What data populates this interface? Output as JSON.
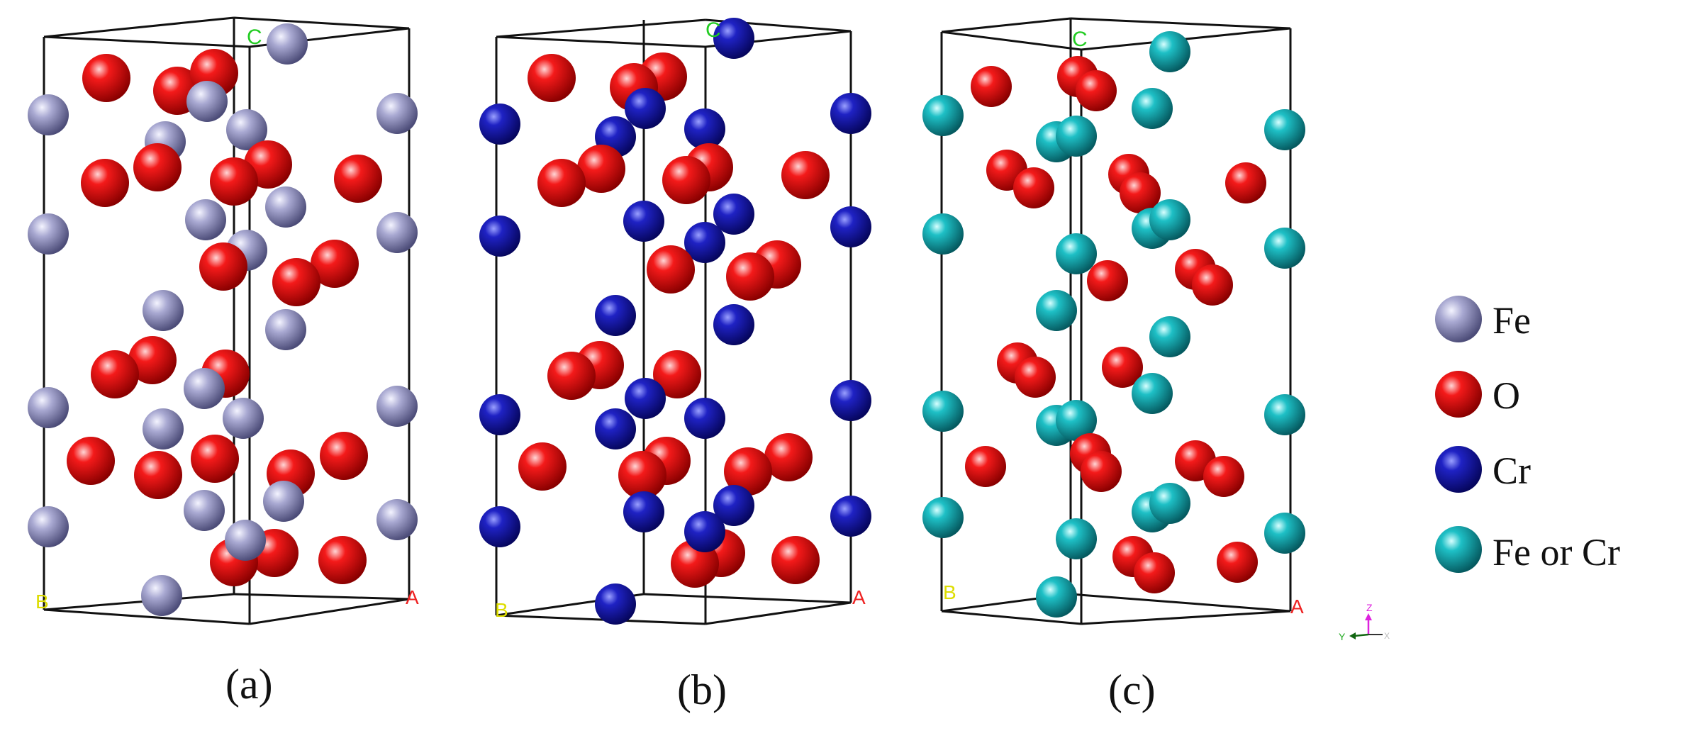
{
  "colors": {
    "Fe": "#9a9ac4",
    "O": "#ee1111",
    "Cr": "#1c1cb8",
    "FeCr": "#16b6bc",
    "frame": "#111111",
    "label_c": "#22cc22",
    "label_a": "#ee2222",
    "label_b": "#dddd00"
  },
  "panels": [
    {
      "id": "a",
      "caption": "(a)",
      "axis_labels": {
        "c": "C",
        "b": "B",
        "a": "A"
      },
      "metal": "Fe",
      "icon": "crystal-cell-icon"
    },
    {
      "id": "b",
      "caption": "(b)",
      "axis_labels": {
        "c": "C",
        "b": "B",
        "a": "A"
      },
      "metal": "Cr",
      "icon": "crystal-cell-icon"
    },
    {
      "id": "c",
      "caption": "(c)",
      "axis_labels": {
        "c": "C",
        "b": "B",
        "a": "A"
      },
      "metal": "FeCr",
      "icon": "crystal-cell-icon"
    }
  ],
  "axis_triad": {
    "z": "Z",
    "y": "Y",
    "x": "X"
  },
  "legend": [
    {
      "key": "Fe",
      "label": "Fe",
      "icon": "fe-atom-icon"
    },
    {
      "key": "O",
      "label": "O",
      "icon": "o-atom-icon"
    },
    {
      "key": "Cr",
      "label": "Cr",
      "icon": "cr-atom-icon"
    },
    {
      "key": "FeCr",
      "label": "Fe or Cr",
      "icon": "fe-or-cr-atom-icon"
    }
  ]
}
